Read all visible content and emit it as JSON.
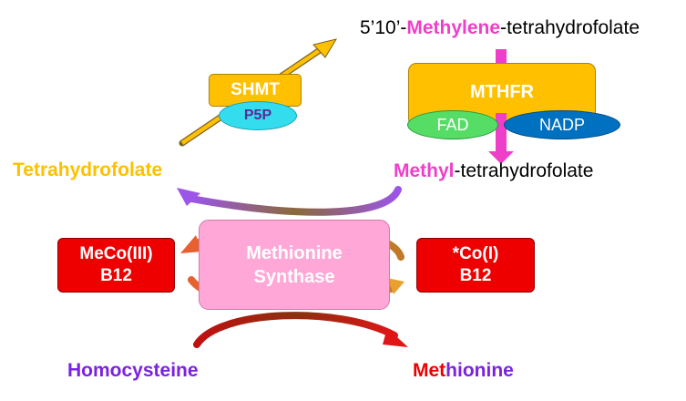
{
  "compounds": {
    "methylene_thf": {
      "prefix": "5’10’-",
      "highlight": "Methylene",
      "suffix": "-tetrahydrofolate"
    },
    "methyl_thf": {
      "highlight": "Methyl",
      "suffix": "-tetrahydrofolate"
    },
    "thf": "Tetrahydrofolate",
    "homocysteine": "Homocysteine",
    "methionine": {
      "highlight": "Met",
      "suffix": "hionine"
    }
  },
  "enzymes": {
    "shmt": {
      "label": "SHMT",
      "cofactor": "P5P"
    },
    "mthfr": {
      "label": "MTHFR",
      "cofactor_left": "FAD",
      "cofactor_right": "NADP"
    },
    "synthase": {
      "line1": "Methionine",
      "line2": "Synthase"
    }
  },
  "b12": {
    "left": {
      "line1": "MeCo(III)",
      "line2": "B12"
    },
    "right": {
      "line1": "*Co(I)",
      "line2": "B12"
    }
  },
  "colors": {
    "gold": "#FFC000",
    "magenta": "#EE3FC8",
    "purple": "#7B22E0",
    "red": "#EE0000",
    "cyan": "#33DDEE",
    "green": "#55DD66",
    "blue": "#0070C0",
    "pink": "#FFA8D8"
  }
}
